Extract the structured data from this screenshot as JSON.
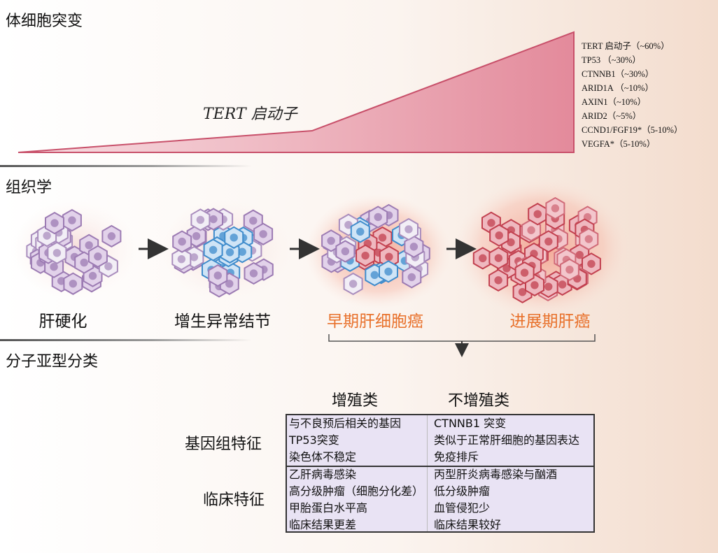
{
  "sections": {
    "somatic": "体细胞突变",
    "histology": "组织学",
    "subtype": "分子亚型分类"
  },
  "tert_label": "TERT 启动子",
  "mutations": [
    "TERT 启动子（~60%）",
    "TP53 （~30%）",
    "CTNNB1（~30%）",
    "ARID1A （~10%）",
    "AXIN1（~10%）",
    "ARID2（~5%）",
    "CCND1/FGF19*（5-10%）",
    "VEGFA*（5-10%）"
  ],
  "stages": [
    {
      "label": "肝硬化",
      "kind": "normal"
    },
    {
      "label": "增生异常结节",
      "kind": "dysplastic"
    },
    {
      "label": "早期肝细胞癌",
      "kind": "early"
    },
    {
      "label": "进展期肝癌",
      "kind": "advanced"
    }
  ],
  "classification": {
    "col_heads": [
      "增殖类",
      "不增殖类"
    ],
    "row_heads": [
      "基因组特征",
      "临床特征"
    ],
    "genomic": {
      "proliferative": [
        "与不良预后相关的基因",
        "TP53突变",
        "染色体不稳定"
      ],
      "non_proliferative": [
        "CTNNB1 突变",
        "类似于正常肝细胞的基因表达",
        "免疫排斥"
      ]
    },
    "clinical": {
      "proliferative": [
        "乙肝病毒感染",
        "高分级肿瘤（细胞分化差）",
        "甲胎蛋白水平高",
        "临床结果更差"
      ],
      "non_proliferative": [
        "丙型肝炎病毒感染与酗酒",
        "低分级肿瘤",
        "血管侵犯少",
        "临床结果较好"
      ]
    }
  },
  "colors": {
    "orange_label": "#e8702a",
    "normal_cell": "#c9a9d6",
    "dysplastic_cell": "#5aa0d8",
    "cancer_cell": "#d94f5c",
    "table_bg": "#e9e3f4"
  }
}
